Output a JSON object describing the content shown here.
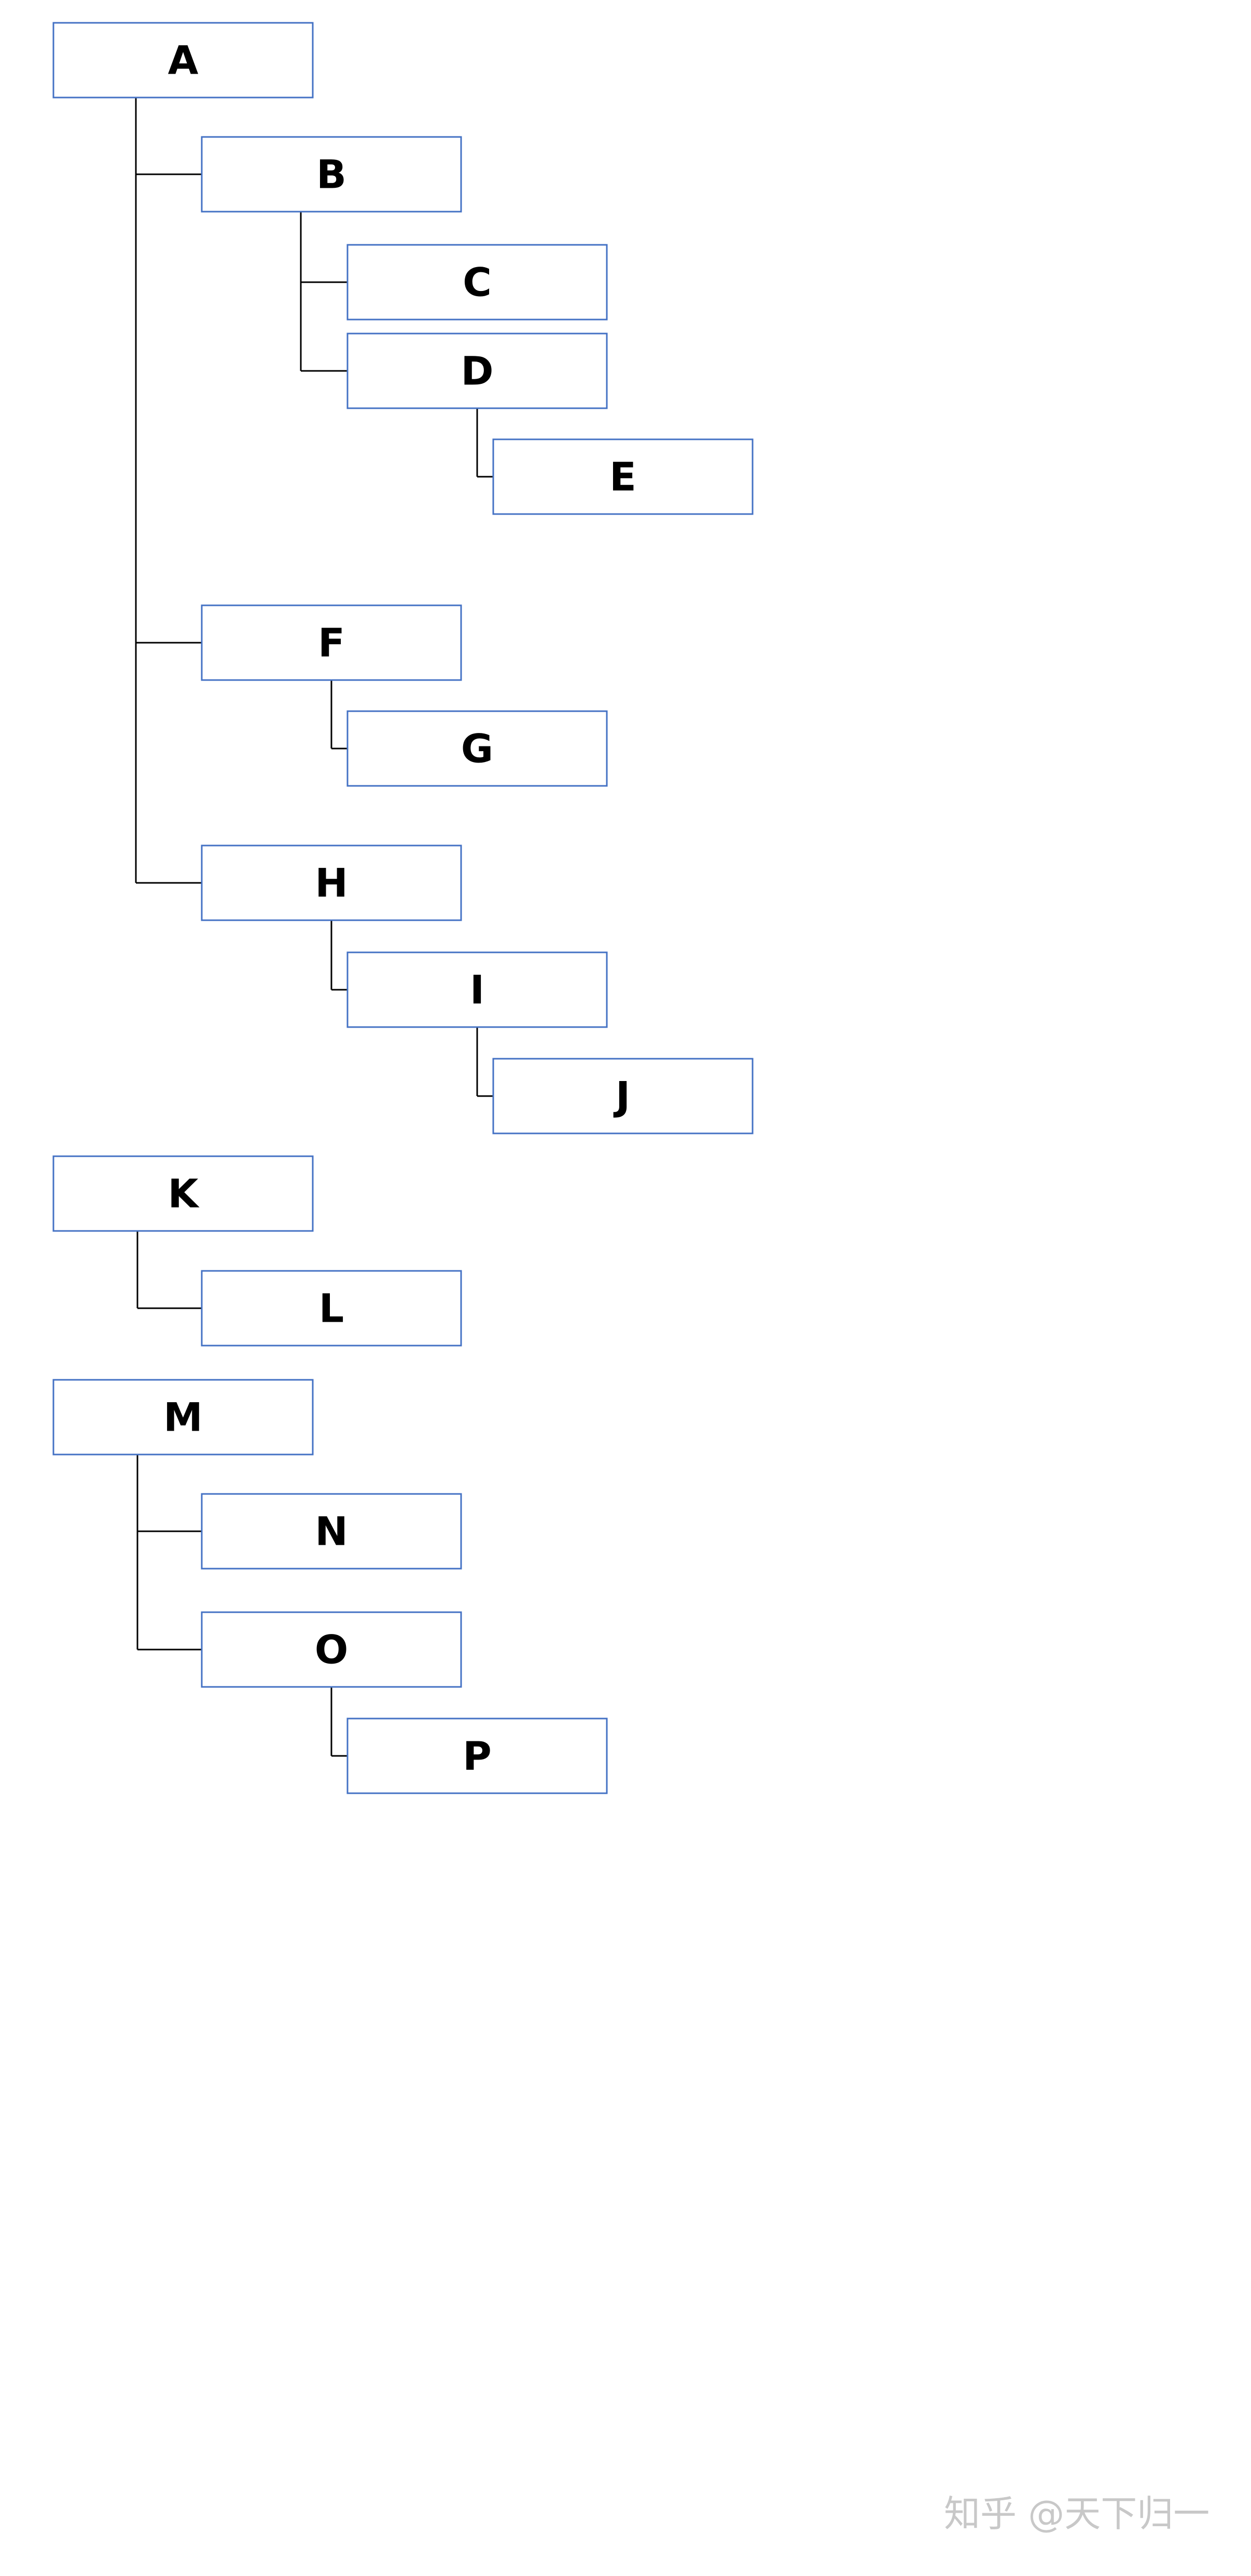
{
  "diagram": {
    "type": "tree",
    "node_border_color": "#4472c4",
    "connector_color": "#000000",
    "nodes": [
      {
        "id": "A",
        "label": "A",
        "parent": null
      },
      {
        "id": "B",
        "label": "B",
        "parent": "A"
      },
      {
        "id": "C",
        "label": "C",
        "parent": "B"
      },
      {
        "id": "D",
        "label": "D",
        "parent": "B"
      },
      {
        "id": "E",
        "label": "E",
        "parent": "D"
      },
      {
        "id": "F",
        "label": "F",
        "parent": "A"
      },
      {
        "id": "G",
        "label": "G",
        "parent": "F"
      },
      {
        "id": "H",
        "label": "H",
        "parent": "A"
      },
      {
        "id": "I",
        "label": "I",
        "parent": "H"
      },
      {
        "id": "J",
        "label": "J",
        "parent": "I"
      },
      {
        "id": "K",
        "label": "K",
        "parent": null
      },
      {
        "id": "L",
        "label": "L",
        "parent": "K"
      },
      {
        "id": "M",
        "label": "M",
        "parent": null
      },
      {
        "id": "N",
        "label": "N",
        "parent": "M"
      },
      {
        "id": "O",
        "label": "O",
        "parent": "M"
      },
      {
        "id": "P",
        "label": "P",
        "parent": "O"
      }
    ]
  },
  "watermark": {
    "text": "知乎 @天下归一"
  }
}
